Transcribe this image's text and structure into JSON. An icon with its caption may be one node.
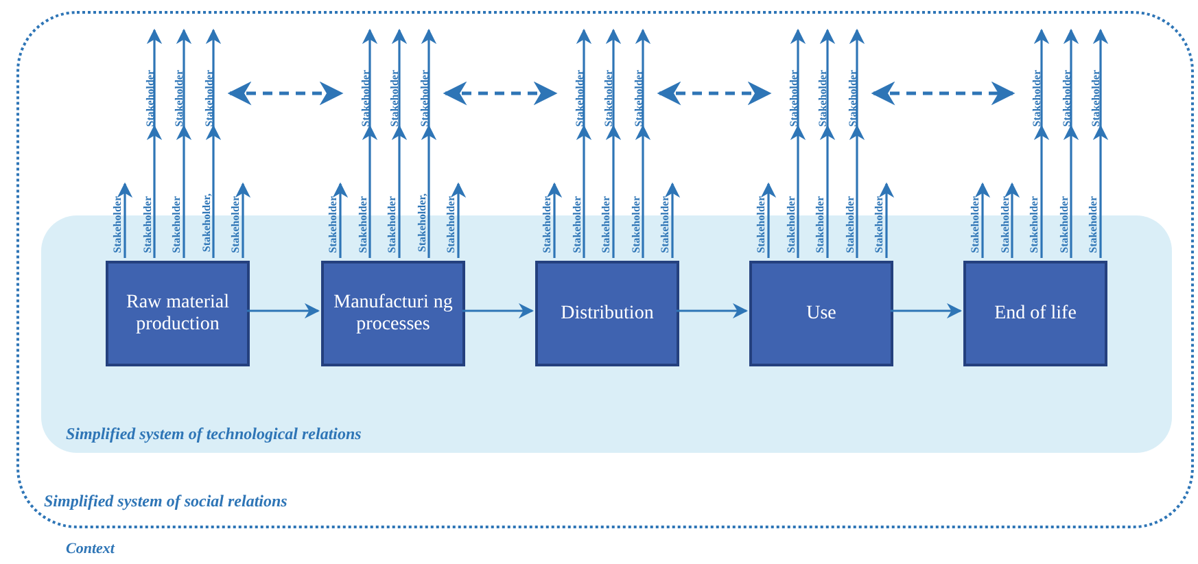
{
  "diagram": {
    "nodes": [
      {
        "text": [
          "Simplified system of social relations"
        ]
      },
      {
        "text": [
          "Simplified system of technological relations"
        ],
        "in": 0
      },
      {
        "text": [
          "Raw material production"
        ],
        "in": 1
      },
      {
        "text": [
          "Manufacturi ng processes"
        ],
        "in": 1
      },
      {
        "text": [
          "Distribution"
        ],
        "in": 1
      },
      {
        "text": [
          "Use"
        ],
        "in": 1
      },
      {
        "text": [
          "End of life"
        ],
        "in": 1
      },
      {
        "text": [
          "Stakeholder",
          "Stakeholder",
          "Stakeholder"
        ],
        "in": 0
      },
      {
        "text": [
          "Stakeholder",
          "Stakeholder",
          "Stakeholder"
        ],
        "in": 0
      },
      {
        "text": [
          "Stakeholder",
          "Stakeholder",
          "Stakeholder"
        ],
        "in": 0
      },
      {
        "text": [
          "Stakeholder",
          "Stakeholder",
          "Stakeholder"
        ],
        "in": 0
      },
      {
        "text": [
          "Stakeholder",
          "Stakeholder",
          "Stakeholder"
        ],
        "in": 0
      }
    ],
    "edges": [
      {
        "from": 2,
        "to": 3,
        "arrow": "to"
      },
      {
        "from": 3,
        "to": 4,
        "arrow": "to"
      },
      {
        "from": 4,
        "to": 5,
        "arrow": "to"
      },
      {
        "from": 5,
        "to": 6,
        "arrow": "to"
      },
      {
        "from": 2,
        "to": null,
        "arrow": "to",
        "label": "Stakeholder"
      },
      {
        "from": 2,
        "to": 7,
        "arrow": "to",
        "label": "Stakeholder"
      },
      {
        "from": 2,
        "to": 7,
        "arrow": "to",
        "label": "Stakeholder"
      },
      {
        "from": 2,
        "to": 7,
        "arrow": "to",
        "label": "Stakeholder,"
      },
      {
        "from": 2,
        "to": null,
        "arrow": "to",
        "label": "Stakeholder"
      },
      {
        "from": 3,
        "to": null,
        "arrow": "to",
        "label": "Stakeholder"
      },
      {
        "from": 3,
        "to": 8,
        "arrow": "to",
        "label": "Stakeholder"
      },
      {
        "from": 3,
        "to": 8,
        "arrow": "to",
        "label": "Stakeholder"
      },
      {
        "from": 3,
        "to": 8,
        "arrow": "to",
        "label": "Stakeholder,"
      },
      {
        "from": 3,
        "to": null,
        "arrow": "to",
        "label": "Stakeholder"
      },
      {
        "from": 4,
        "to": null,
        "arrow": "to",
        "label": "Stakeholder"
      },
      {
        "from": 4,
        "to": 9,
        "arrow": "to",
        "label": "Stakeholder"
      },
      {
        "from": 4,
        "to": 9,
        "arrow": "to",
        "label": "Stakeholder"
      },
      {
        "from": 4,
        "to": 9,
        "arrow": "to",
        "label": "Stakeholder"
      },
      {
        "from": 4,
        "to": null,
        "arrow": "to",
        "label": "Stakeholder"
      },
      {
        "from": 5,
        "to": null,
        "arrow": "to",
        "label": "Stakeholder"
      },
      {
        "from": 5,
        "to": 10,
        "arrow": "to",
        "label": "Stakeholder"
      },
      {
        "from": 5,
        "to": 10,
        "arrow": "to",
        "label": "Stakeholder"
      },
      {
        "from": 5,
        "to": 10,
        "arrow": "to",
        "label": "Stakeholder"
      },
      {
        "from": 5,
        "to": null,
        "arrow": "to",
        "label": "Stakeholder"
      },
      {
        "from": 6,
        "to": null,
        "arrow": "to",
        "label": "Stakeholder"
      },
      {
        "from": 6,
        "to": null,
        "arrow": "to",
        "label": "Stakeholder"
      },
      {
        "from": 6,
        "to": 11,
        "arrow": "to",
        "label": "Stakeholder"
      },
      {
        "from": 6,
        "to": 11,
        "arrow": "to",
        "label": "Stakeholder"
      },
      {
        "from": 6,
        "to": 11,
        "arrow": "to",
        "label": "Stakeholder"
      },
      {
        "from": 7,
        "to": null,
        "arrow": "to"
      },
      {
        "from": 7,
        "to": null,
        "arrow": "to"
      },
      {
        "from": 7,
        "to": null,
        "arrow": "to"
      },
      {
        "from": 8,
        "to": null,
        "arrow": "to"
      },
      {
        "from": 8,
        "to": null,
        "arrow": "to"
      },
      {
        "from": 8,
        "to": null,
        "arrow": "to"
      },
      {
        "from": 9,
        "to": null,
        "arrow": "to"
      },
      {
        "from": 9,
        "to": null,
        "arrow": "to"
      },
      {
        "from": 9,
        "to": null,
        "arrow": "to"
      },
      {
        "from": 10,
        "to": null,
        "arrow": "to"
      },
      {
        "from": 10,
        "to": null,
        "arrow": "to"
      },
      {
        "from": 10,
        "to": null,
        "arrow": "to"
      },
      {
        "from": 11,
        "to": null,
        "arrow": "to"
      },
      {
        "from": 11,
        "to": null,
        "arrow": "to"
      },
      {
        "from": 11,
        "to": null,
        "arrow": "to"
      },
      {
        "from": 7,
        "to": 8,
        "arrow": "both",
        "style": "dashed"
      },
      {
        "from": 8,
        "to": 9,
        "arrow": "both",
        "style": "dashed"
      },
      {
        "from": 9,
        "to": 10,
        "arrow": "both",
        "style": "dashed"
      },
      {
        "from": 10,
        "to": 11,
        "arrow": "both",
        "style": "dashed"
      }
    ],
    "labels": [
      "Context"
    ]
  }
}
